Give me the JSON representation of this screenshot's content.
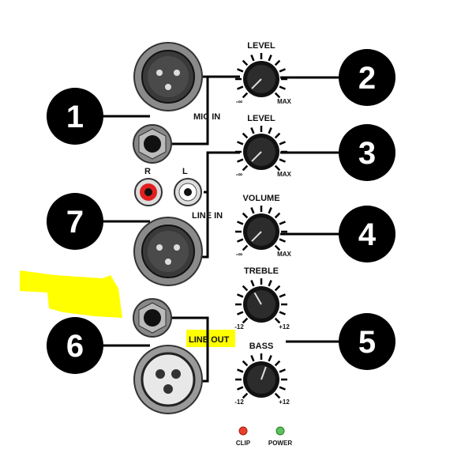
{
  "colors": {
    "highlight": "#ffff00",
    "callout": "#000000",
    "callout_text": "#ffffff",
    "callout_highlight_text": "#ffff00",
    "clip_led": "#e8402a",
    "power_led": "#5cc25c"
  },
  "callouts": [
    {
      "number": "1"
    },
    {
      "number": "2"
    },
    {
      "number": "3"
    },
    {
      "number": "4"
    },
    {
      "number": "5"
    },
    {
      "number": "6"
    },
    {
      "number": "7"
    }
  ],
  "labels": {
    "mic_in": "MIC IN",
    "line_in": "LINE IN",
    "line_out": "LINE OUT",
    "rca_r": "R",
    "rca_l": "L"
  },
  "knobs": [
    {
      "label": "LEVEL",
      "min": "-∞",
      "max": "MAX"
    },
    {
      "label": "LEVEL",
      "min": "-∞",
      "max": "MAX"
    },
    {
      "label": "VOLUME",
      "min": "-∞",
      "max": "MAX"
    },
    {
      "label": "TREBLE",
      "min": "-12",
      "max": "+12"
    },
    {
      "label": "BASS",
      "min": "-12",
      "max": "+12"
    }
  ],
  "leds": [
    {
      "label": "CLIP"
    },
    {
      "label": "POWER"
    }
  ]
}
